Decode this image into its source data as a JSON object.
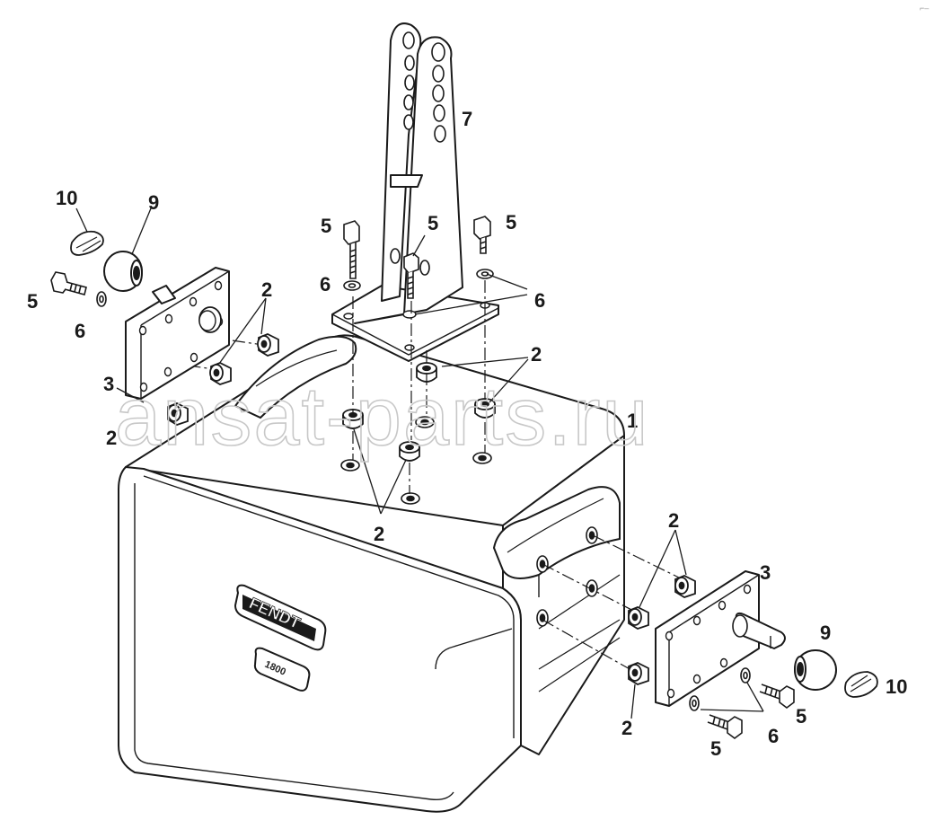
{
  "watermark": "ansat-parts.ru",
  "corner_mark": "⌐–",
  "brand_label": "FENDT",
  "badge_label": "1800",
  "callouts": {
    "c10_left": "10",
    "c9_left": "9",
    "c5_left": "5",
    "c6_left": "6",
    "c3_left": "3",
    "c2_left_bottom": "2",
    "c2_left_top": "2",
    "c7": "7",
    "c5_top_left": "5",
    "c5_top_mid": "5",
    "c5_top_right": "5",
    "c6_top_left": "6",
    "c6_top_right": "6",
    "c2_center_right": "2",
    "c1": "1",
    "c2_center_bottom": "2",
    "c2_right_top": "2",
    "c3_right": "3",
    "c9_right": "9",
    "c10_right": "10",
    "c5_right_a": "5",
    "c6_right": "6",
    "c5_right_b": "5",
    "c2_right_bottom": "2"
  }
}
